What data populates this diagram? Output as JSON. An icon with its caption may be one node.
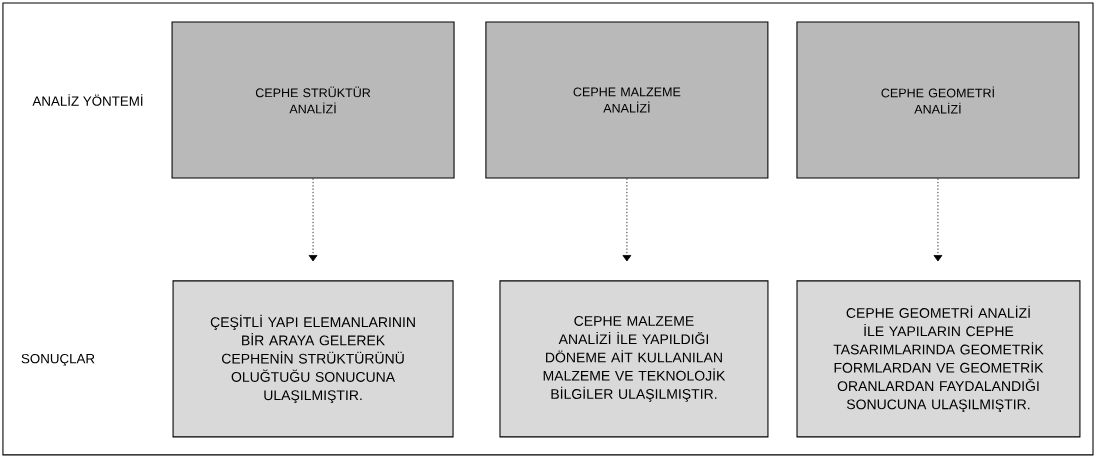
{
  "diagram": {
    "nodes": [
      {
        "text": [
          "CEPHE STRÜKTÜR ANALİZİ"
        ]
      },
      {
        "text": [
          "CEPHE MALZEME ANALİZİ"
        ]
      },
      {
        "text": [
          "CEPHE GEOMETRİ ANALİZİ"
        ]
      },
      {
        "text": [
          "ÇEŞİTLİ YAPI ELEMANLARININ BİR ARAYA GELEREK CEPHENİN STRÜKTÜRÜNÜ OLUĞTUĞU SONUCUNA ULAŞILMIŞTIR."
        ]
      },
      {
        "text": [
          "CEPHE MALZEME ANALİZİ İLE YAPILDIĞI DÖNEME AİT KULLANILAN MALZEME VE TEKNOLOJİK BİLGİLER ULAŞILMIŞTIR."
        ]
      },
      {
        "text": [
          "CEPHE GEOMETRİ ANALİZİ  İLE YAPILARIN CEPHE TASARIMLARINDA GEOMETRİK FORMLARDAN VE GEOMETRİK ORANLARDAN FAYDALANDIĞI SONUCUNA ULAŞILMIŞTIR."
        ]
      }
    ],
    "edges": [
      {
        "from": 0,
        "to": 3,
        "arrow": "to",
        "style": "dashed"
      },
      {
        "from": 1,
        "to": 4,
        "arrow": "to",
        "style": "dashed"
      },
      {
        "from": 2,
        "to": 5,
        "arrow": "to",
        "style": "dashed"
      }
    ],
    "labels": [
      "ANALİZ YÖNTEMİ",
      "SONUÇLAR"
    ]
  }
}
